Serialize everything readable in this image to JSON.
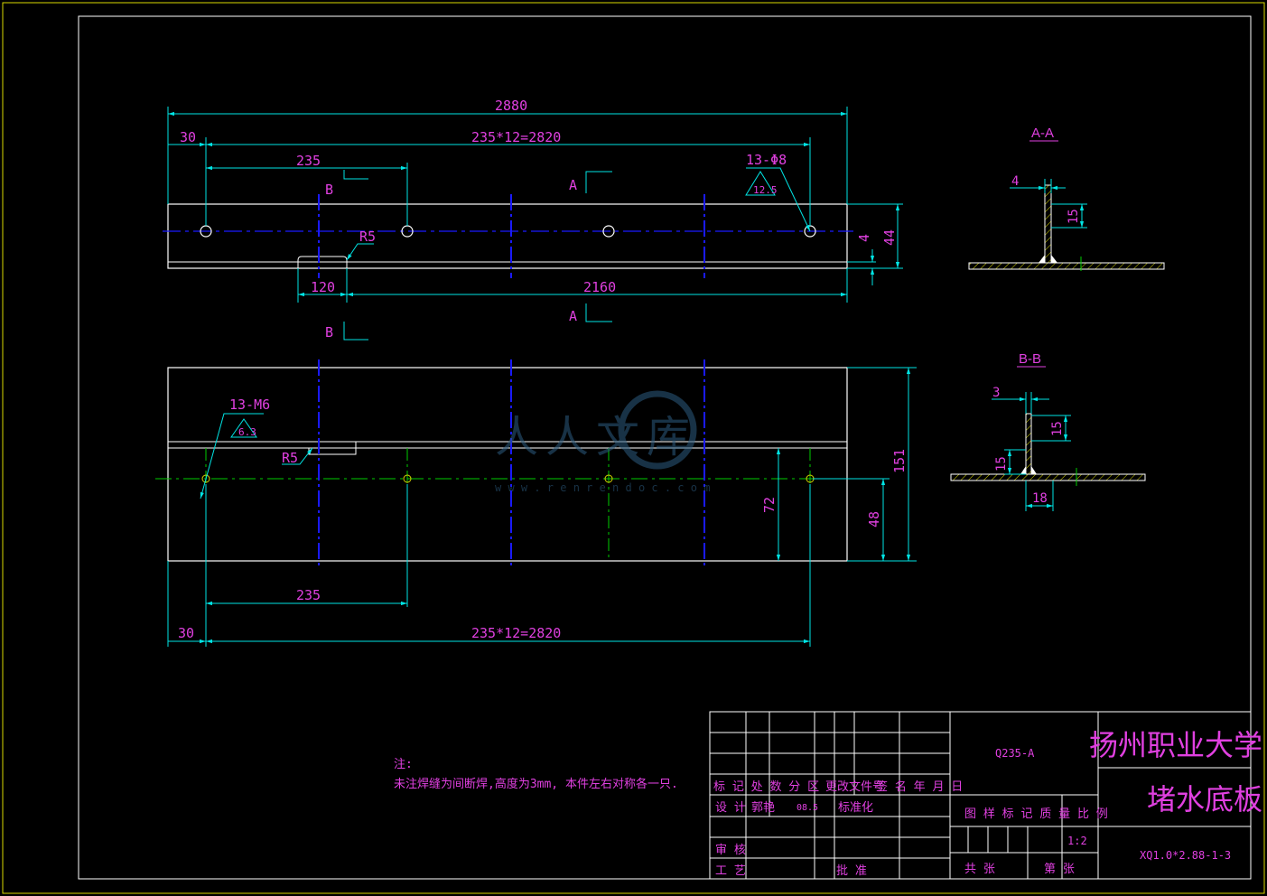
{
  "colors": {
    "background": "#000000",
    "outline": "#ffffff",
    "dimension": "#00e5e5",
    "dim_text": "#e040e0",
    "centerline": "#1a1aff",
    "green": "#00cc00",
    "border": "#ffffff",
    "frame": "#d8d800",
    "hatch": "#d8d800"
  },
  "top_view": {
    "dims": {
      "overall": "2880",
      "pitch": "235*12=2820",
      "edge": "30",
      "hole_pitch": "235",
      "radius": "R5",
      "slot": "120",
      "span": "2160",
      "holes": "13-Φ8",
      "roughness": "12.5",
      "thickness": "4",
      "height": "44"
    },
    "section_a": "A",
    "section_b": "B"
  },
  "front_view": {
    "dims": {
      "threads": "13-M6",
      "roughness": "6.3",
      "radius": "R5",
      "hole_pitch": "235",
      "edge": "30",
      "pitch": "235*12=2820",
      "h72": "72",
      "h48": "48",
      "h151": "151"
    }
  },
  "section_aa": {
    "title": "A-A",
    "d4": "4",
    "d15": "15"
  },
  "section_bb": {
    "title": "B-B",
    "d3": "3",
    "d15a": "15",
    "d15b": "15",
    "d18": "18"
  },
  "notes": {
    "heading": "注:",
    "line1": "未注焊缝为间断焊,高度为3mm,  本件左右对称各一只."
  },
  "watermark": {
    "text": "人人文库",
    "url": "w w w . r e n r e n d o c . c o m"
  },
  "title_block": {
    "material": "Q235-A",
    "school": "扬州职业大学",
    "part_name": "堵水底板",
    "drawing_no": "XQ1.0*2.88-1-3",
    "scale": "1:2",
    "row_labels": "标 记 处 数 分 区",
    "row_labels2": "更改文件号",
    "row_labels3": "签 名 年 月 日",
    "design": "设 计",
    "designer": "郭艳",
    "date": "08.5",
    "standardize": "标准化",
    "stage_labels": "图 样 标 记 质 量 比 例",
    "review": "审 核",
    "process": "工 艺",
    "approve": "批 准",
    "total": "共    张",
    "sheet": "第    张"
  }
}
